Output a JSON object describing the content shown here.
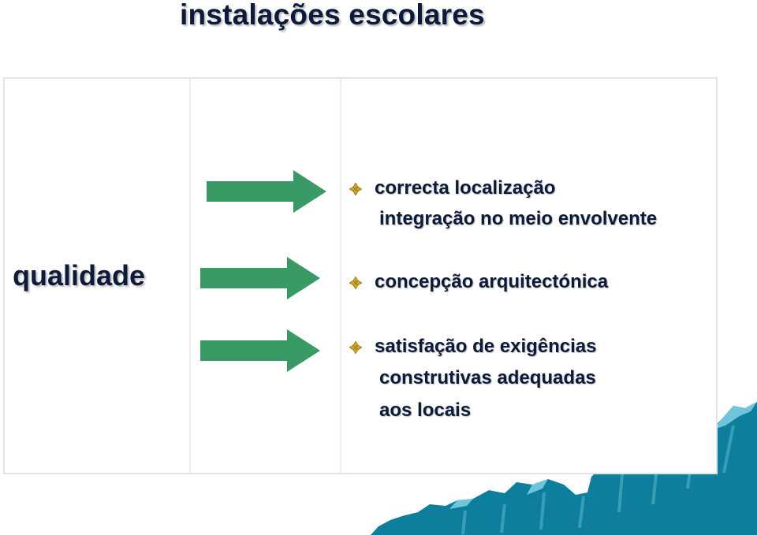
{
  "title": "instalações escolares",
  "lead_label": "qualidade",
  "colors": {
    "arrow": "#3a9a66",
    "bullet": "#c9a227",
    "mountain_dark": "#0d7f9c",
    "mountain_light": "#6fc6dc",
    "text": "#0d1a3a"
  },
  "items": [
    {
      "icon": "diamond-bullet-icon",
      "lines": [
        "correcta localização",
        "integração no meio envolvente"
      ]
    },
    {
      "icon": "diamond-bullet-icon",
      "lines": [
        "concepção arquitectónica"
      ]
    },
    {
      "icon": "diamond-bullet-icon",
      "lines": [
        "satisfação de exigências",
        "construtivas adequadas",
        "aos locais"
      ]
    }
  ]
}
